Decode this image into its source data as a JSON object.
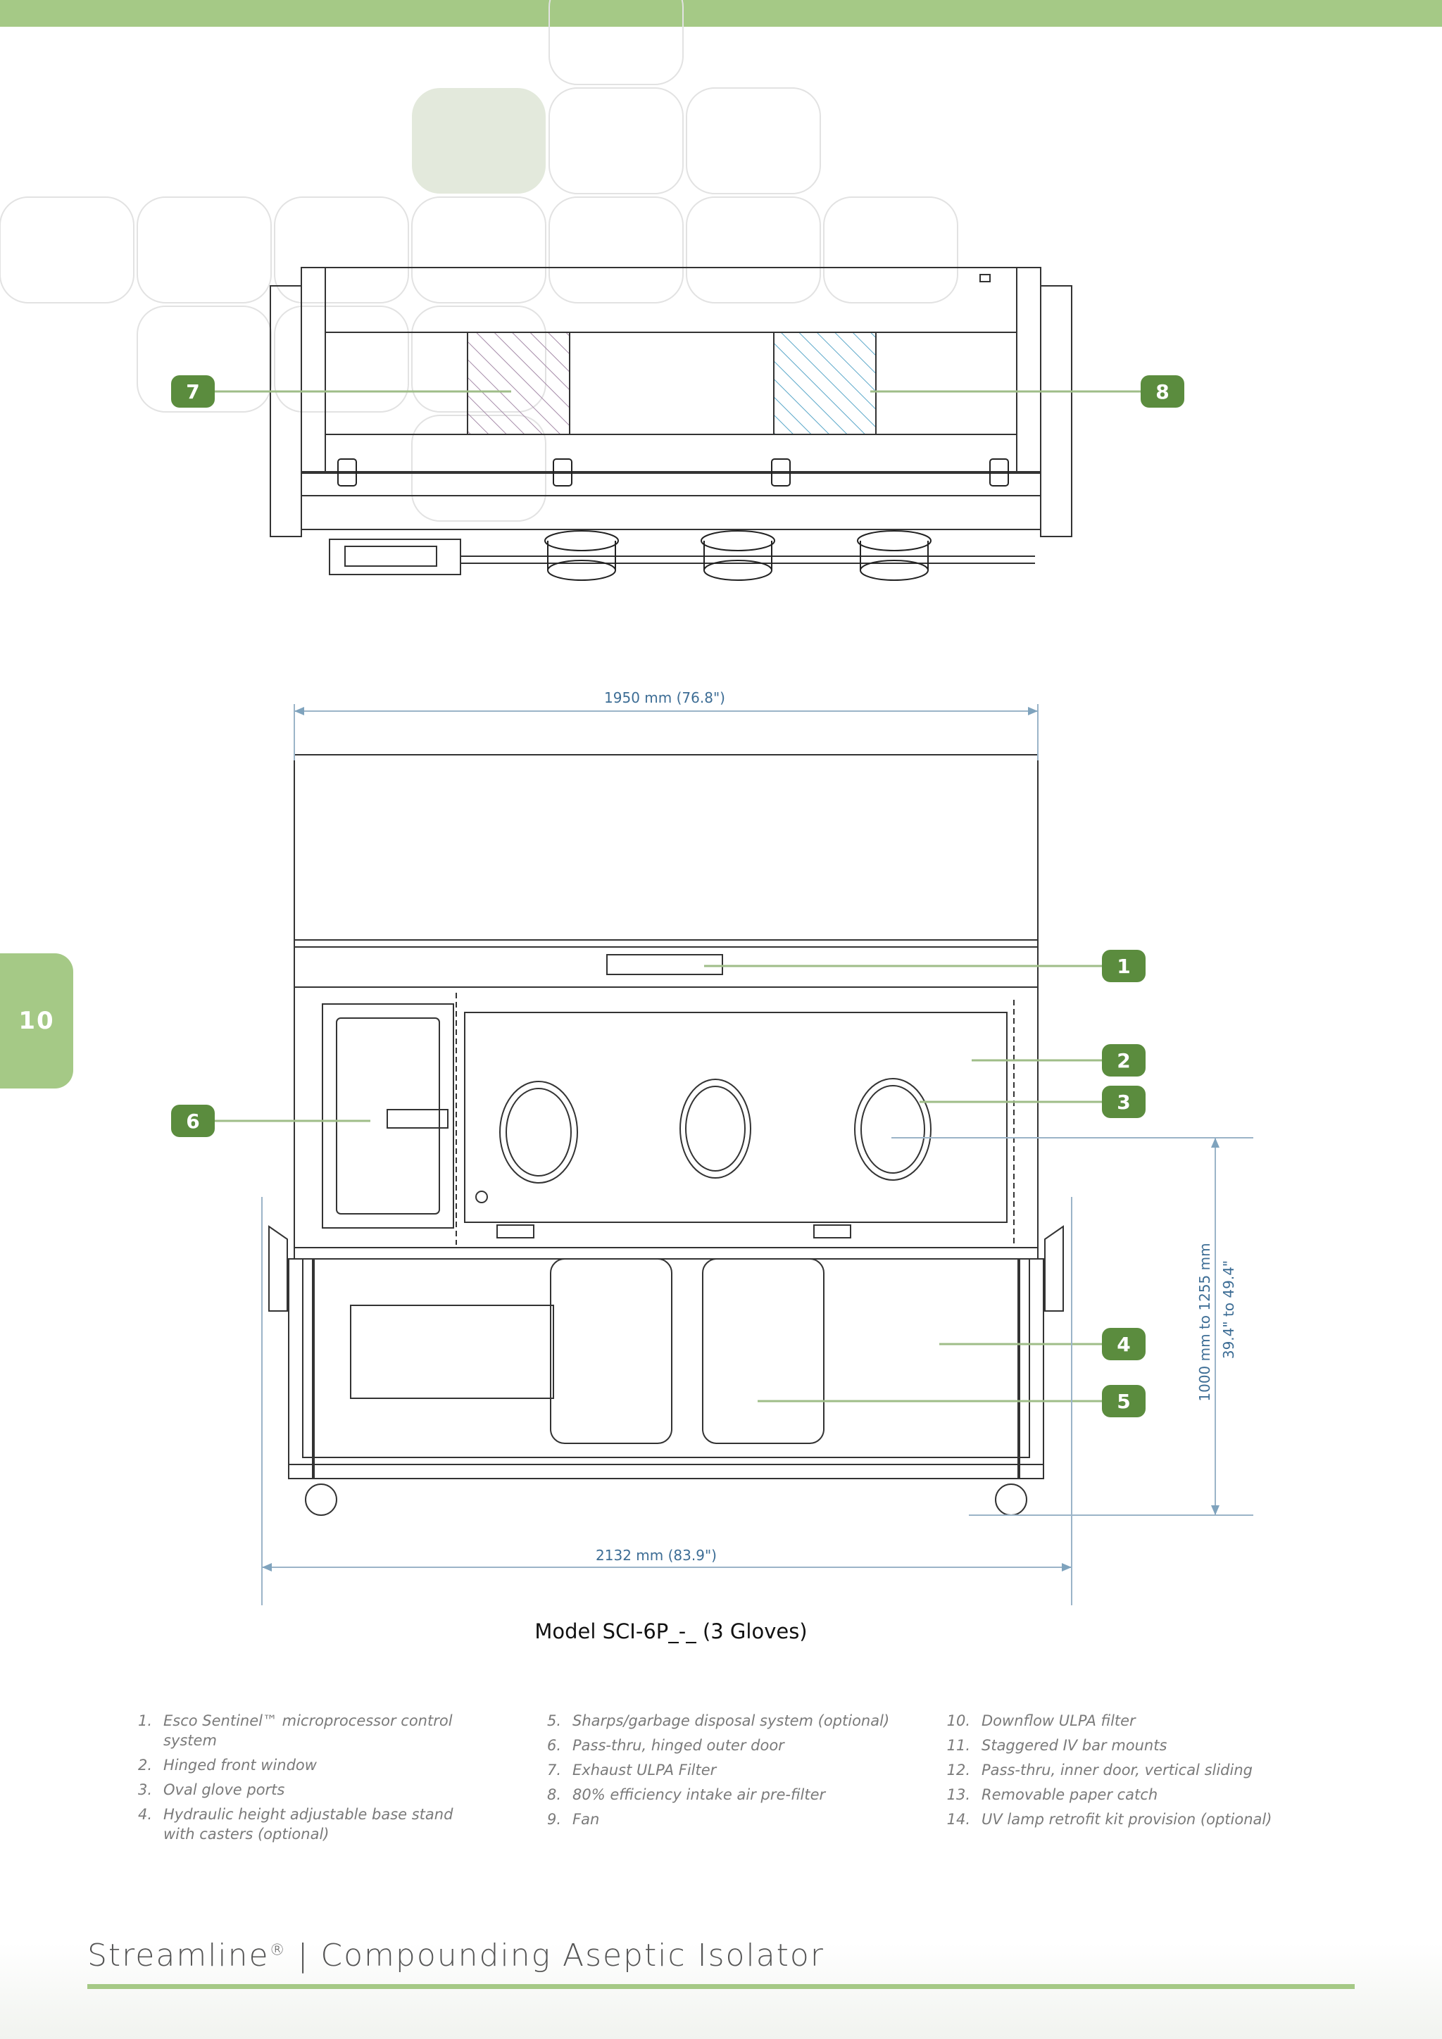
{
  "page": {
    "number": "10"
  },
  "colors": {
    "accent": "#a5c986",
    "badge": "#5b8c3e",
    "dimension": "#3d6d95"
  },
  "callouts": {
    "c1": "1",
    "c2": "2",
    "c3": "3",
    "c4": "4",
    "c5": "5",
    "c6": "6",
    "c7": "7",
    "c8": "8"
  },
  "dimensions": {
    "width_top": "1950 mm  (76.8\")",
    "width_bottom": "2132 mm  (83.9\")",
    "height_mm": "1000 mm  to 1255 mm",
    "height_in": "39.4\" to 49.4\""
  },
  "caption": "Model SCI-6P_-_ (3 Gloves)",
  "legend": {
    "col1": [
      {
        "n": "1.",
        "text": "Esco Sentinel™ microprocessor control system"
      },
      {
        "n": "2.",
        "text": "Hinged front window"
      },
      {
        "n": "3.",
        "text": "Oval glove ports"
      },
      {
        "n": "4.",
        "text": "Hydraulic height adjustable base stand with casters (optional)"
      }
    ],
    "col2": [
      {
        "n": "5.",
        "text": "Sharps/garbage disposal system (optional)"
      },
      {
        "n": "6.",
        "text": "Pass-thru, hinged outer door"
      },
      {
        "n": "7.",
        "text": "Exhaust ULPA Filter"
      },
      {
        "n": "8.",
        "text": "80% efficiency intake air pre-filter"
      },
      {
        "n": "9.",
        "text": "Fan"
      }
    ],
    "col3": [
      {
        "n": "10.",
        "text": "Downflow ULPA filter"
      },
      {
        "n": "11.",
        "text": "Staggered IV bar mounts"
      },
      {
        "n": "12.",
        "text": "Pass-thru, inner door, vertical sliding"
      },
      {
        "n": "13.",
        "text": "Removable paper catch"
      },
      {
        "n": "14.",
        "text": "UV lamp retrofit kit provision (optional)"
      }
    ]
  },
  "footer": {
    "brand": "Streamline",
    "reg": "®",
    "title": " | Compounding Aseptic Isolator"
  }
}
